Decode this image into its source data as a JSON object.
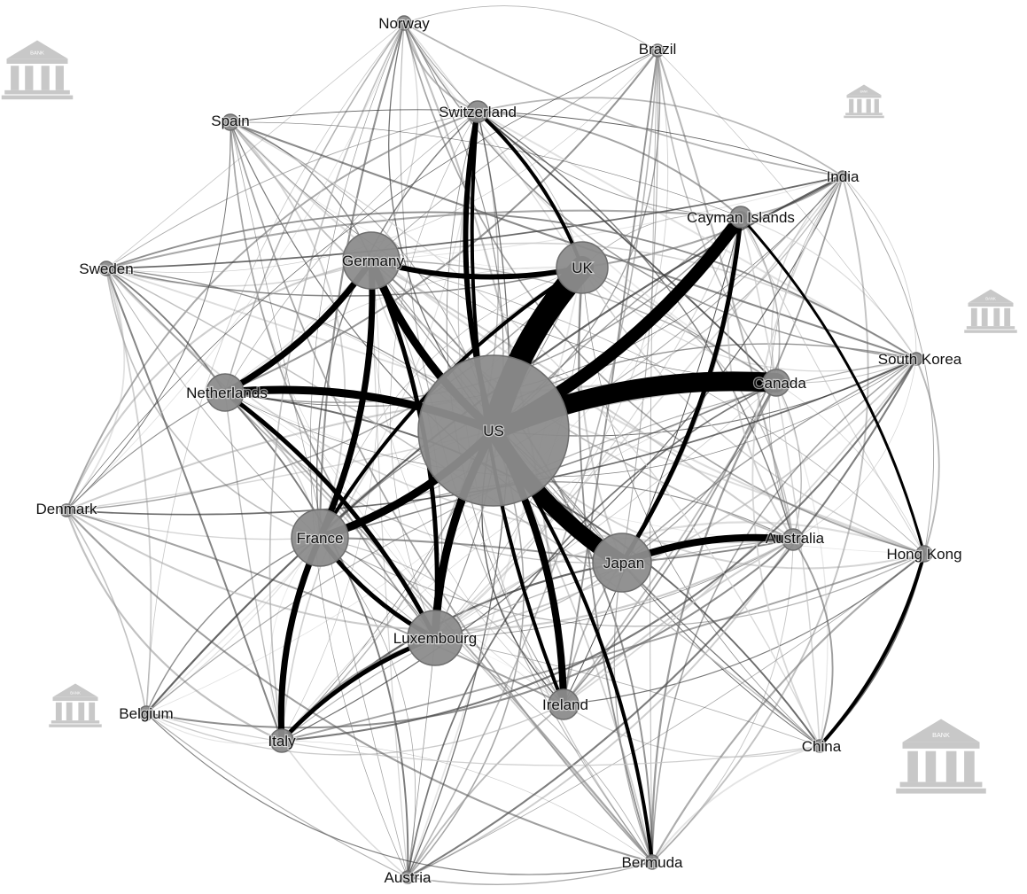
{
  "diagram": {
    "type": "network",
    "colors": {
      "node_fill": "#8c8c8c",
      "node_stroke": "#6d6d6d",
      "edge": "#000000",
      "label": "#111111",
      "bank_icon": "#c8c8c8"
    },
    "nodes": [
      {
        "id": "US",
        "label": "US",
        "size": 170
      },
      {
        "id": "UK",
        "label": "UK",
        "size": 58
      },
      {
        "id": "Germany",
        "label": "Germany",
        "size": 64
      },
      {
        "id": "France",
        "label": "France",
        "size": 64
      },
      {
        "id": "Japan",
        "label": "Japan",
        "size": 66
      },
      {
        "id": "Luxembourg",
        "label": "Luxembourg",
        "size": 62
      },
      {
        "id": "Netherlands",
        "label": "Netherlands",
        "size": 42
      },
      {
        "id": "Ireland",
        "label": "Ireland",
        "size": 34
      },
      {
        "id": "Canada",
        "label": "Canada",
        "size": 30
      },
      {
        "id": "Switzerland",
        "label": "Switzerland",
        "size": 24
      },
      {
        "id": "Cayman Islands",
        "label": "Cayman Islands",
        "size": 24
      },
      {
        "id": "Australia",
        "label": "Australia",
        "size": 24
      },
      {
        "id": "Italy",
        "label": "Italy",
        "size": 26
      },
      {
        "id": "Spain",
        "label": "Spain",
        "size": 18
      },
      {
        "id": "Sweden",
        "label": "Sweden",
        "size": 16
      },
      {
        "id": "Norway",
        "label": "Norway",
        "size": 16
      },
      {
        "id": "Brazil",
        "label": "Brazil",
        "size": 14
      },
      {
        "id": "India",
        "label": "India",
        "size": 12
      },
      {
        "id": "South Korea",
        "label": "South Korea",
        "size": 14
      },
      {
        "id": "Hong Kong",
        "label": "Hong Kong",
        "size": 18
      },
      {
        "id": "China",
        "label": "China",
        "size": 14
      },
      {
        "id": "Bermuda",
        "label": "Bermuda",
        "size": 16
      },
      {
        "id": "Austria",
        "label": "Austria",
        "size": 14
      },
      {
        "id": "Belgium",
        "label": "Belgium",
        "size": 16
      },
      {
        "id": "Denmark",
        "label": "Denmark",
        "size": 14
      }
    ],
    "strong_edges": [
      {
        "source": "UK",
        "target": "US",
        "weight": 26
      },
      {
        "source": "US",
        "target": "Canada",
        "weight": 22
      },
      {
        "source": "US",
        "target": "Japan",
        "weight": 18
      },
      {
        "source": "Cayman Islands",
        "target": "US",
        "weight": 14
      },
      {
        "source": "Germany",
        "target": "US",
        "weight": 9
      },
      {
        "source": "Netherlands",
        "target": "US",
        "weight": 9
      },
      {
        "source": "France",
        "target": "US",
        "weight": 9
      },
      {
        "source": "Luxembourg",
        "target": "US",
        "weight": 9
      },
      {
        "source": "Ireland",
        "target": "US",
        "weight": 8
      },
      {
        "source": "Japan",
        "target": "Australia",
        "weight": 8
      },
      {
        "source": "Netherlands",
        "target": "Germany",
        "weight": 7
      },
      {
        "source": "Germany",
        "target": "France",
        "weight": 7
      },
      {
        "source": "France",
        "target": "Italy",
        "weight": 7
      },
      {
        "source": "UK",
        "target": "Germany",
        "weight": 6
      },
      {
        "source": "Switzerland",
        "target": "US",
        "weight": 6
      },
      {
        "source": "Cayman Islands",
        "target": "Japan",
        "weight": 5
      },
      {
        "source": "Luxembourg",
        "target": "Italy",
        "weight": 5
      },
      {
        "source": "Netherlands",
        "target": "Luxembourg",
        "weight": 5
      },
      {
        "source": "France",
        "target": "Luxembourg",
        "weight": 5
      },
      {
        "source": "Germany",
        "target": "Luxembourg",
        "weight": 5
      },
      {
        "source": "Bermuda",
        "target": "US",
        "weight": 4
      },
      {
        "source": "Switzerland",
        "target": "UK",
        "weight": 4
      },
      {
        "source": "Switzerland",
        "target": "Ireland",
        "weight": 4
      },
      {
        "source": "Hong Kong",
        "target": "China",
        "weight": 4
      },
      {
        "source": "UK",
        "target": "France",
        "weight": 4
      },
      {
        "source": "Cayman Islands",
        "target": "Hong Kong",
        "weight": 3
      }
    ],
    "bank_icons": [
      {
        "name": "bank-icon-top-left",
        "label": "BANK"
      },
      {
        "name": "bank-icon-top-right",
        "label": "BANK"
      },
      {
        "name": "bank-icon-right",
        "label": "BANK"
      },
      {
        "name": "bank-icon-bottom-left",
        "label": "BANK"
      },
      {
        "name": "bank-icon-bottom-right",
        "label": "BANK"
      }
    ]
  }
}
